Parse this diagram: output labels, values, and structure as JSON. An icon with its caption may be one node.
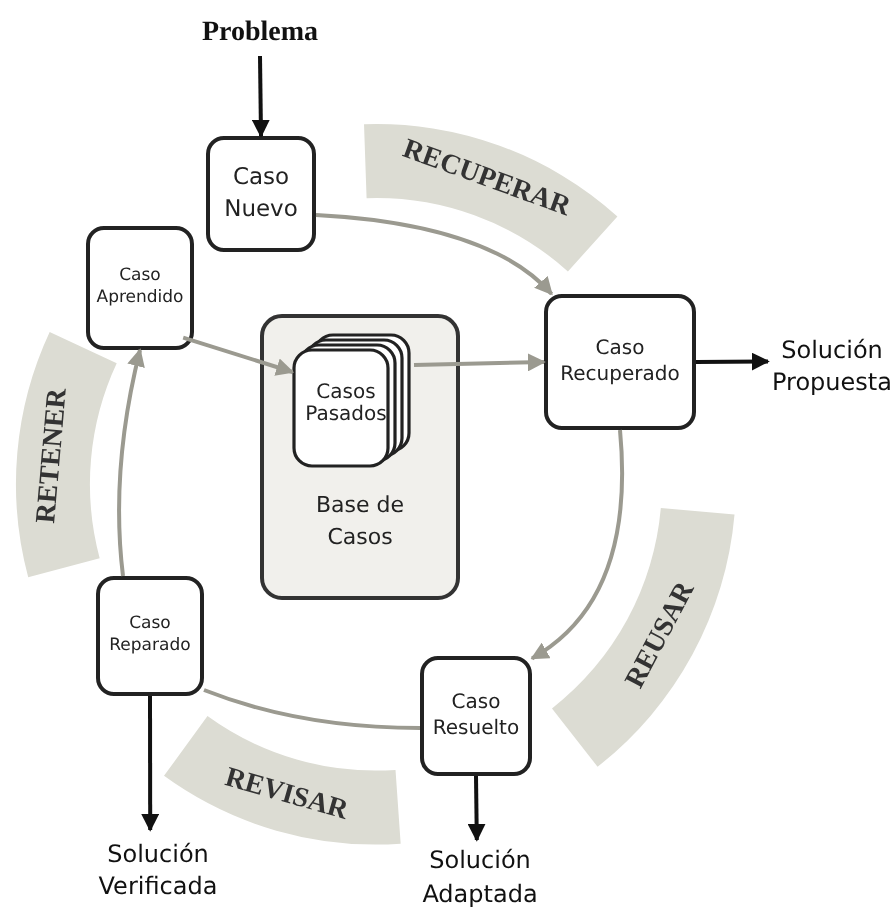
{
  "diagram": {
    "nodes": [
      {
        "text": [
          "Problema"
        ]
      },
      {
        "text": [
          "Caso Nuevo"
        ]
      },
      {
        "text": [
          "RECUPERAR"
        ]
      },
      {
        "text": [
          "Caso Aprendido"
        ]
      },
      {
        "text": [
          "Base de Casos"
        ]
      },
      {
        "text": [
          "Casos Pasados"
        ],
        "in": 4
      },
      {
        "text": [
          "Caso Recuperado"
        ]
      },
      {
        "text": [
          "Solución Propuesta"
        ]
      },
      {
        "text": [
          "RETENER"
        ]
      },
      {
        "text": [
          "REUSAR"
        ]
      },
      {
        "text": [
          "Caso Reparado"
        ]
      },
      {
        "text": [
          "Caso Resuelto"
        ]
      },
      {
        "text": [
          "REVISAR"
        ]
      },
      {
        "text": [
          "Solución Verificada"
        ]
      },
      {
        "text": [
          "Solución Adaptada"
        ]
      }
    ],
    "edges": [
      {
        "from": 0,
        "to": 1,
        "arrow": "to",
        "color": "#111111"
      },
      {
        "from": 1,
        "to": 6,
        "arrow": "to"
      },
      {
        "from": 3,
        "to": 5,
        "arrow": "to"
      },
      {
        "from": 5,
        "to": 6,
        "arrow": "to"
      },
      {
        "from": 6,
        "to": 7,
        "arrow": "to",
        "color": "#111111"
      },
      {
        "from": 6,
        "to": 11,
        "arrow": "to"
      },
      {
        "from": 11,
        "to": 14,
        "arrow": "to",
        "color": "#111111"
      },
      {
        "from": 11,
        "to": 10,
        "arrow": "none"
      },
      {
        "from": 10,
        "to": 3,
        "arrow": "to"
      },
      {
        "from": 10,
        "to": 13,
        "arrow": "to",
        "color": "#111111"
      }
    ]
  }
}
